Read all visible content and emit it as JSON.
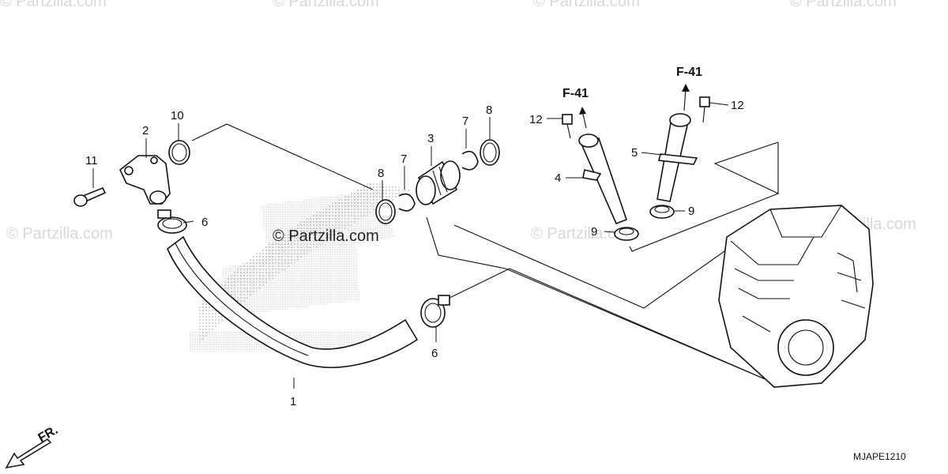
{
  "watermarks": {
    "top": [
      "© Partzilla.com",
      "© Partzilla.com",
      "© Partzilla.com",
      "© Partzilla.com"
    ],
    "left": "© Partzilla.com",
    "center": "© Partzilla.com",
    "mid": "© Partzilla.com",
    "right": "© Partzilla.com"
  },
  "callouts": [
    "1",
    "2",
    "3",
    "4",
    "5",
    "6",
    "6",
    "7",
    "7",
    "8",
    "8",
    "9",
    "9",
    "10",
    "11",
    "12",
    "12"
  ],
  "references": [
    "F-41",
    "F-41"
  ],
  "direction_label": "FR.",
  "diagram_code": "MJAPE1210",
  "icons": {
    "front_arrow": "arrow-down-left-icon"
  }
}
